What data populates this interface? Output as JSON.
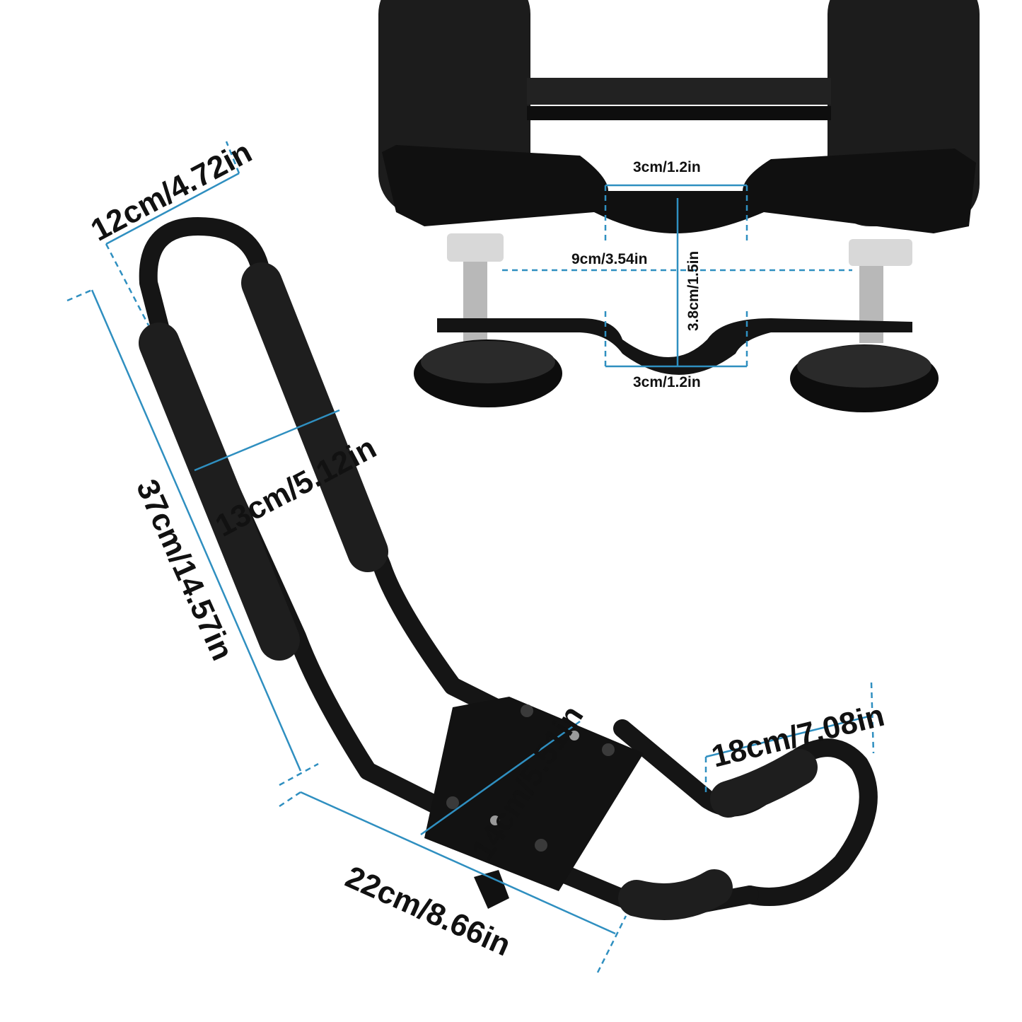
{
  "dimensions": {
    "top_width": "12cm/4.72in",
    "height": "37cm/14.57in",
    "inner_width": "13cm/5.12in",
    "base_length": "22cm/8.66in",
    "base_plate": "14cm/5.51in",
    "side_width": "18cm/7.08in",
    "clamp_top_gap": "3cm/1.2in",
    "clamp_bolt_span": "9cm/3.54in",
    "clamp_depth": "3.8cm/1.5in",
    "clamp_bottom_gap": "3cm/1.2in"
  },
  "colors": {
    "dimension_line": "#2f8fc0",
    "rack_body": "#151515",
    "background": "#ffffff"
  }
}
